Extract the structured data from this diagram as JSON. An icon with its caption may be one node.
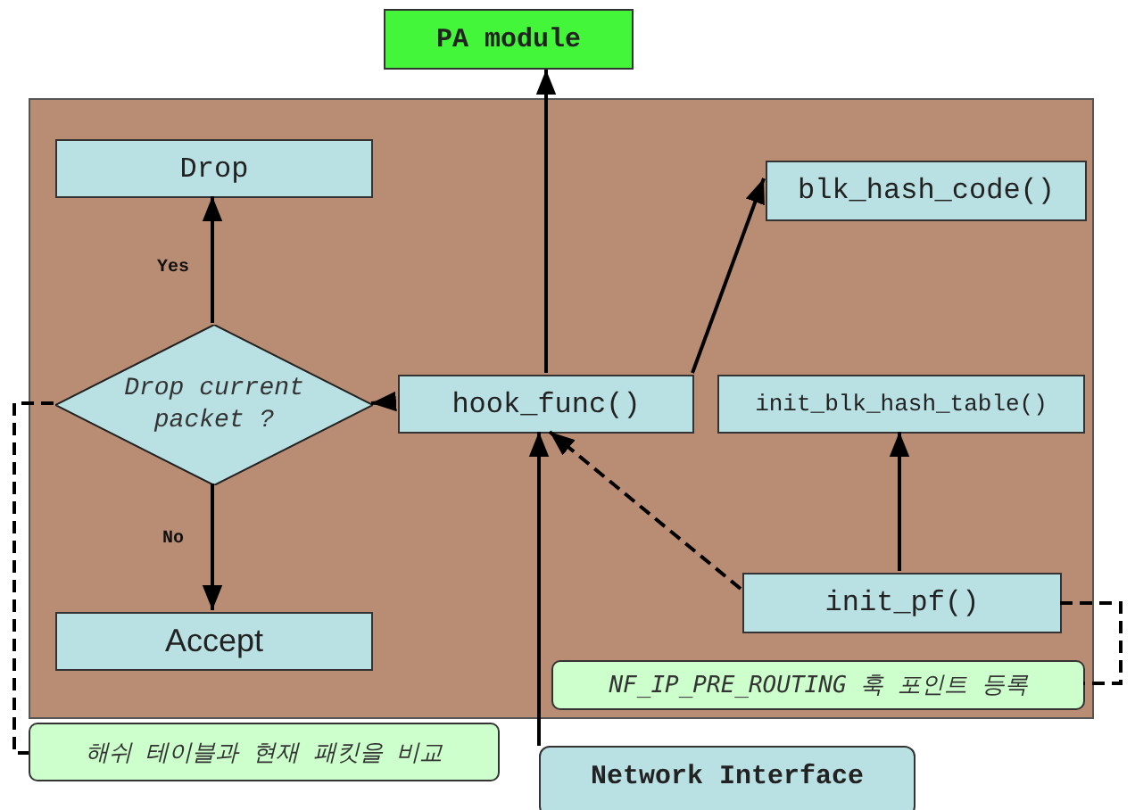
{
  "diagram": {
    "nodes": [
      {
        "text": [
          "PA module"
        ]
      },
      {
        "text": [],
        "shape": "box"
      },
      {
        "text": [
          "Drop"
        ],
        "in": 1
      },
      {
        "text": [
          "Drop current packet ?"
        ],
        "in": 1
      },
      {
        "text": [
          "Accept"
        ],
        "in": 1
      },
      {
        "text": [
          "hook_func()"
        ],
        "in": 1
      },
      {
        "text": [
          "blk_hash_code()"
        ],
        "in": 1
      },
      {
        "text": [
          "init_blk_hash_table()"
        ],
        "in": 1
      },
      {
        "text": [
          "init_pf()"
        ],
        "in": 1
      },
      {
        "text": [
          "NF_IP_PRE_ROUTING 훅 포인트 등록"
        ],
        "in": 1
      },
      {
        "text": [
          "해쉬 테이블과 현재 패킷을 비교"
        ]
      },
      {
        "text": [
          "Network Interface"
        ]
      }
    ],
    "edges": [
      {
        "from": 5,
        "to": 0,
        "arrow": "to"
      },
      {
        "from": 5,
        "to": 6,
        "arrow": "to"
      },
      {
        "from": 5,
        "to": 3,
        "arrow": "to"
      },
      {
        "from": 3,
        "to": 2,
        "arrow": "to",
        "label": "Yes"
      },
      {
        "from": 3,
        "to": 4,
        "arrow": "to",
        "label": "No"
      },
      {
        "from": 11,
        "to": 5,
        "arrow": "to"
      },
      {
        "from": 8,
        "to": 5,
        "arrow": "to",
        "style": "dashed"
      },
      {
        "from": 8,
        "to": 7,
        "arrow": "to"
      },
      {
        "from": 8,
        "to": 9,
        "arrow": "none",
        "style": "dashed"
      },
      {
        "from": 3,
        "to": 10,
        "arrow": "none",
        "style": "dashed"
      }
    ]
  }
}
